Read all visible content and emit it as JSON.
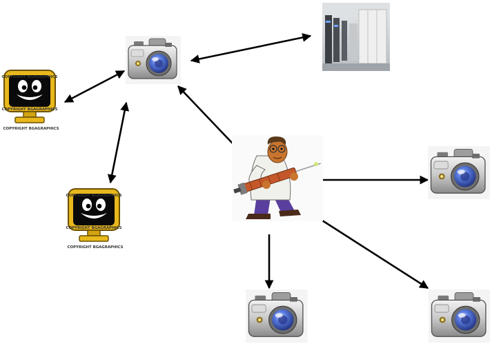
{
  "captions": {
    "monitor_top_1": "COPYRIGHT BGAGRAPHICS",
    "monitor_bottom_1": "COPYRIGHT BGAGRAPHICS",
    "monitor_below_1": "COPYRIGHT BGAGRAPHICS",
    "monitor_top_2": "COPYRIGHT BGAGRAPHICS",
    "monitor_bottom_2": "COPYRIGHT BGAGRAPHICS",
    "monitor_below_2": "COPYRIGHT BGAGRAPHICS"
  },
  "colors": {
    "arrow": "#000000",
    "monitor_frame": "#e8b81c",
    "monitor_screen": "#0a0a0a",
    "camera_body": "#b9b9b9",
    "camera_lens": "#4f6fd6",
    "server_room": "#cfd3d6",
    "lab_coat": "#f1f1ec",
    "trousers": "#5a3f9e",
    "skin": "#c8752f"
  },
  "icons": {
    "monitor": "smiley-monitor-icon",
    "camera": "camera-icon",
    "server_room": "server-room-photo",
    "scientist": "scientist-syringe-icon"
  }
}
